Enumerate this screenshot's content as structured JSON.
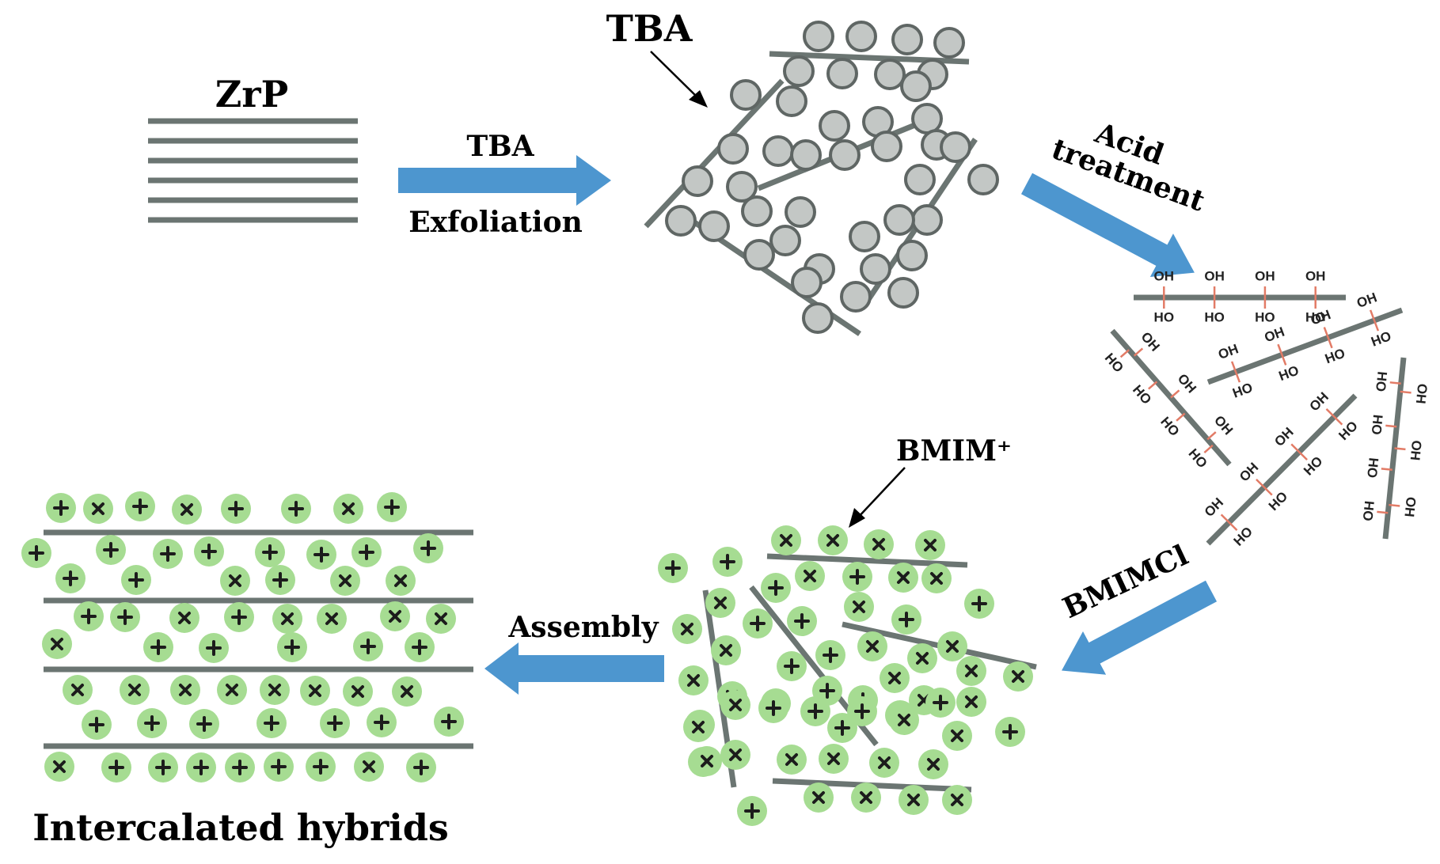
{
  "labels": {
    "zrp": "ZrP",
    "tba_top": "TBA",
    "tba_step": "TBA",
    "exfoliation": "Exfoliation",
    "acid": "Acid",
    "treatment": "treatment",
    "bmim": "BMIM⁺",
    "bmimcl": "BMIMCl",
    "assembly": "Assembly",
    "hybrids": "Intercalated hybrids"
  },
  "groups": {
    "oh": "OH",
    "ho": "HO"
  },
  "colors": {
    "sheet": "#6b7572",
    "tba_fill": "#c3c7c5",
    "bmim_fill": "#a6dc92",
    "arrow": "#4d96cf",
    "pin": "#e27b66"
  }
}
